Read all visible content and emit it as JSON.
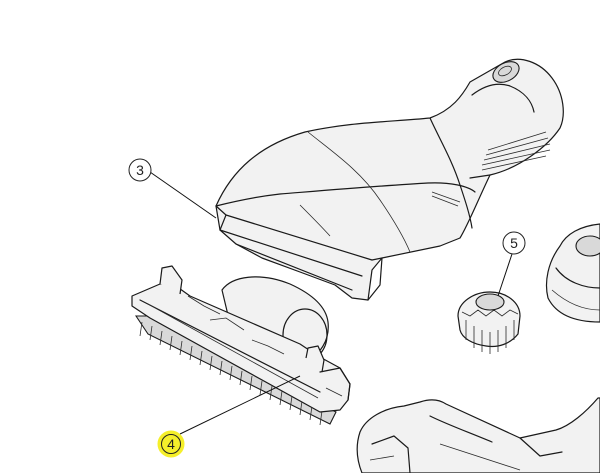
{
  "callouts": [
    {
      "label": "3"
    },
    {
      "label": "4",
      "highlight": true
    },
    {
      "label": "5"
    }
  ],
  "colors": {
    "line": "#1a1a1a",
    "part_fill": "#f2f2f2",
    "highlight": "#f5ef2a",
    "background": "#ffffff"
  }
}
